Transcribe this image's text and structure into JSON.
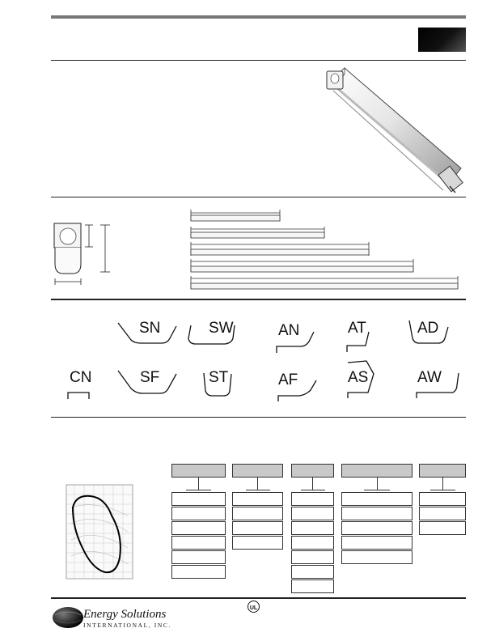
{
  "profiles": {
    "row1": [
      "SN",
      "SW",
      "AN",
      "AT",
      "AD"
    ],
    "row2": [
      "CN",
      "SF",
      "ST",
      "AF",
      "AS",
      "AW"
    ]
  },
  "logo": {
    "name": "Energy Solutions",
    "sub": "INTERNATIONAL, INC."
  },
  "cert": {
    "mark": "UL"
  },
  "colors": {
    "header_bar": "#7a7a7a",
    "order_header": "#c9c9c9"
  }
}
